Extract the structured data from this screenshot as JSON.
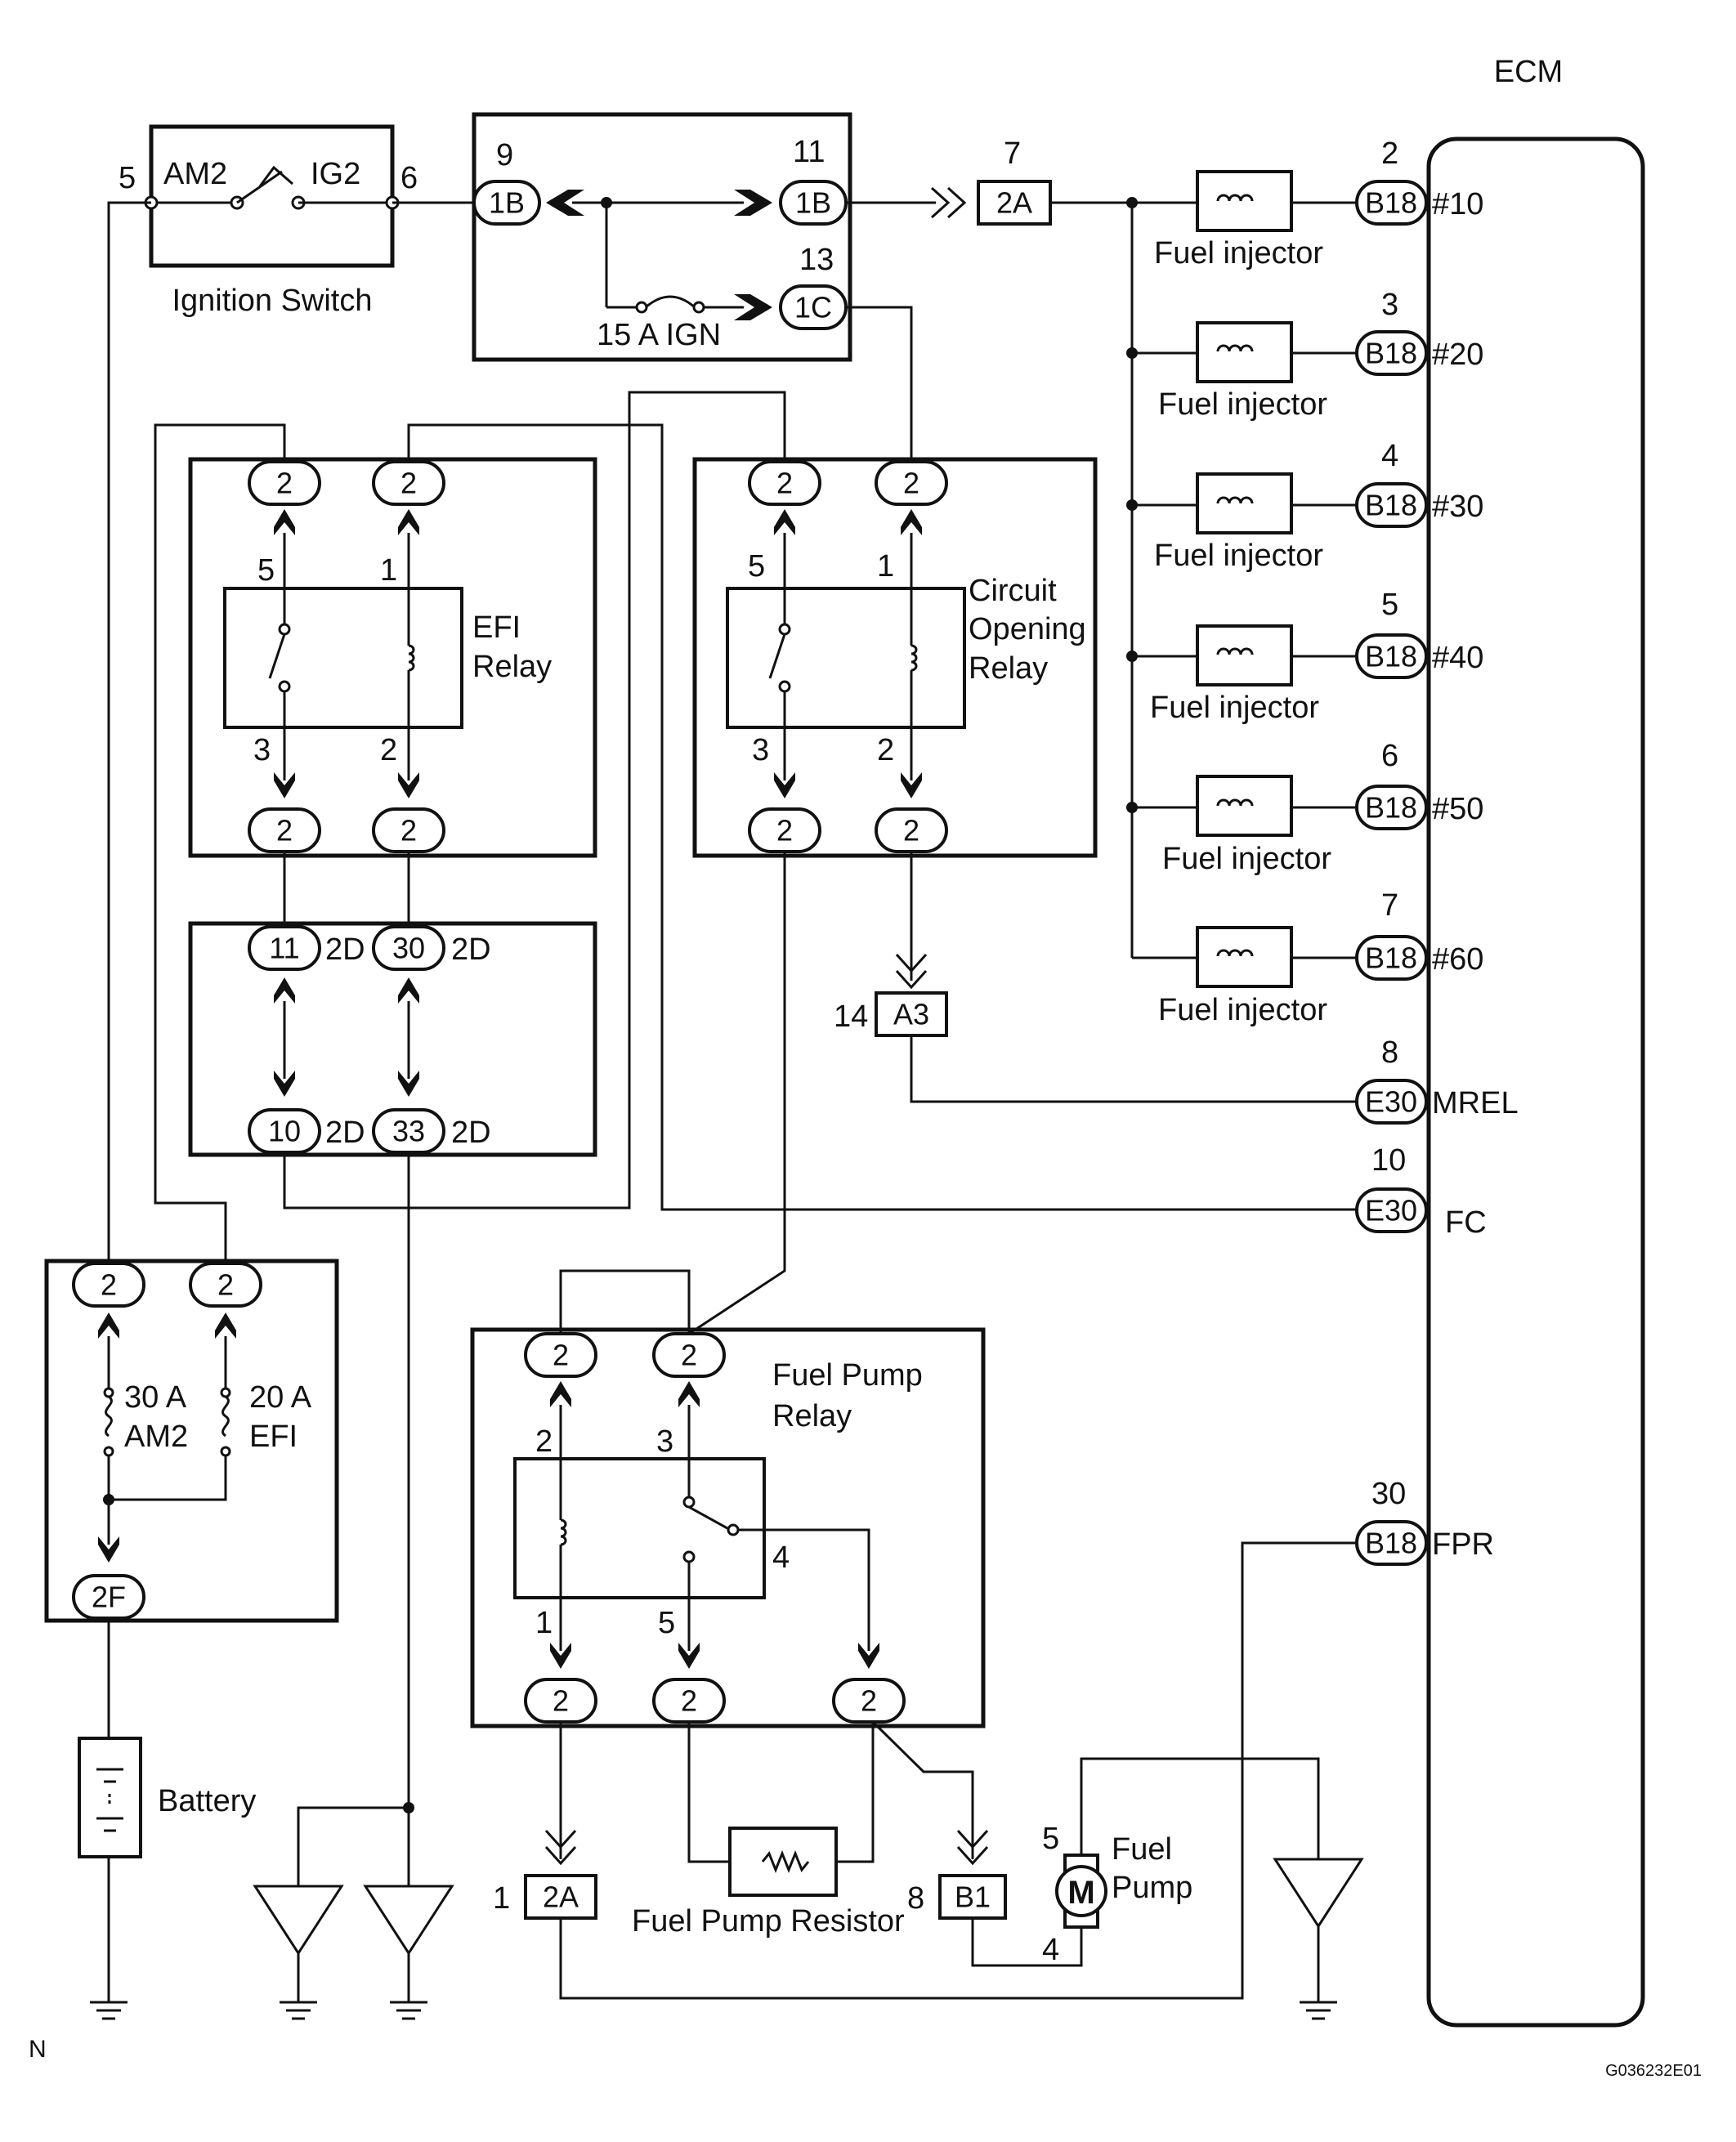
{
  "ecm": {
    "label": "ECM"
  },
  "ignition_switch": {
    "label": "Ignition Switch",
    "left_pin": "5",
    "right_pin": "6",
    "left_term": "AM2",
    "right_term": "IG2"
  },
  "junction_block": {
    "pins": [
      {
        "num": "9",
        "conn": "1B"
      },
      {
        "num": "11",
        "conn": "1B"
      },
      {
        "num": "13",
        "conn": "1C"
      }
    ],
    "fuse": "15 A IGN"
  },
  "conn_2a_top": {
    "num": "7",
    "conn": "2A"
  },
  "injectors": [
    {
      "pin": "2",
      "conn": "B18",
      "signal": "#10",
      "label": "Fuel injector"
    },
    {
      "pin": "3",
      "conn": "B18",
      "signal": "#20",
      "label": "Fuel injector"
    },
    {
      "pin": "4",
      "conn": "B18",
      "signal": "#30",
      "label": "Fuel injector"
    },
    {
      "pin": "5",
      "conn": "B18",
      "signal": "#40",
      "label": "Fuel injector"
    },
    {
      "pin": "6",
      "conn": "B18",
      "signal": "#50",
      "label": "Fuel injector"
    },
    {
      "pin": "7",
      "conn": "B18",
      "signal": "#60",
      "label": "Fuel injector"
    }
  ],
  "ecm_pins": [
    {
      "pin": "8",
      "conn": "E30",
      "signal": "MREL"
    },
    {
      "pin": "10",
      "conn": "E30",
      "signal": "FC"
    },
    {
      "pin": "30",
      "conn": "B18",
      "signal": "FPR"
    }
  ],
  "efi_relay": {
    "label_line1": "EFI",
    "label_line2": "Relay",
    "pins": [
      "5",
      "1",
      "3",
      "2"
    ]
  },
  "cor_relay": {
    "label_line1": "Circuit",
    "label_line2": "Opening",
    "label_line3": "Relay",
    "pins": [
      "5",
      "1",
      "3",
      "2"
    ]
  },
  "relay_connector": "2",
  "conn_a3": {
    "num": "14",
    "conn": "A3"
  },
  "conn_2d": {
    "top": [
      "11",
      "30"
    ],
    "bottom": [
      "10",
      "33"
    ],
    "label": "2D"
  },
  "fuse_box": {
    "fuse1_amp": "30 A",
    "fuse1_name": "AM2",
    "fuse2_amp": "20 A",
    "fuse2_name": "EFI",
    "out_conn": "2F"
  },
  "battery": {
    "label": "Battery"
  },
  "fuel_pump_relay": {
    "label_line1": "Fuel Pump",
    "label_line2": "Relay",
    "pins": [
      "2",
      "3",
      "4",
      "1",
      "5"
    ]
  },
  "conn_2a_bottom": {
    "num": "1",
    "conn": "2A"
  },
  "resistor": {
    "label": "Fuel Pump Resistor"
  },
  "conn_b1": {
    "num": "8",
    "conn": "B1"
  },
  "fuel_pump": {
    "label_line1": "Fuel",
    "label_line2": "Pump",
    "pin_top": "5",
    "pin_bottom": "4",
    "motor": "M"
  },
  "corner": {
    "left": "N",
    "right": "G036232E01"
  }
}
